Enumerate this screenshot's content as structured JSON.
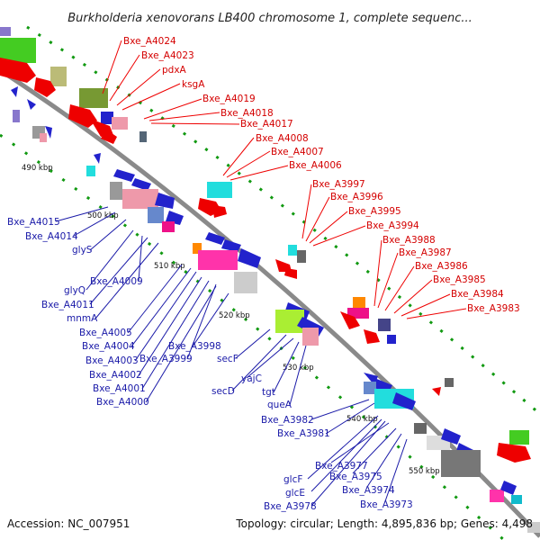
{
  "title": "Burkholderia xenovorans LB400 chromosome 1, complete sequenc...",
  "footer": {
    "accession": "Accession: NC_007951",
    "summary": "Topology: circular; Length: 4,895,836 bp; Genes: 4,498"
  },
  "ticks": [
    "490 kbp",
    "500 kbp",
    "510 kbp",
    "520 kbp",
    "530 kbp",
    "540 kbp",
    "550 kbp"
  ],
  "labels_red": [
    "Bxe_A4024",
    "Bxe_A4023",
    "pdxA",
    "ksgA",
    "Bxe_A4019",
    "Bxe_A4018",
    "Bxe_A4017",
    "Bxe_A4008",
    "Bxe_A4007",
    "Bxe_A4006",
    "Bxe_A3997",
    "Bxe_A3996",
    "Bxe_A3995",
    "Bxe_A3994",
    "Bxe_A3988",
    "Bxe_A3987",
    "Bxe_A3986",
    "Bxe_A3985",
    "Bxe_A3984",
    "Bxe_A3983"
  ],
  "labels_blue": [
    "Bxe_A4015",
    "Bxe_A4014",
    "glyS",
    "glyQ",
    "Bxe_A4009",
    "Bxe_A4011",
    "mnmA",
    "Bxe_A4005",
    "Bxe_A4004",
    "Bxe_A4003",
    "Bxe_A3998",
    "Bxe_A3999",
    "Bxe_A4002",
    "Bxe_A4001",
    "Bxe_A4000",
    "secF",
    "yajC",
    "secD",
    "tgt",
    "queA",
    "Bxe_A3982",
    "Bxe_A3981",
    "Bxe_A3977",
    "glcF",
    "Bxe_A3975",
    "glcE",
    "Bxe_A3974",
    "Bxe_A3978",
    "Bxe_A3973"
  ],
  "colors": {
    "backbone": "#888888",
    "forward": "#ee0000",
    "reverse": "#1010ee",
    "gc_dots": "#119911",
    "label_forward": "#d40000",
    "label_reverse": "#1a1aa8"
  }
}
